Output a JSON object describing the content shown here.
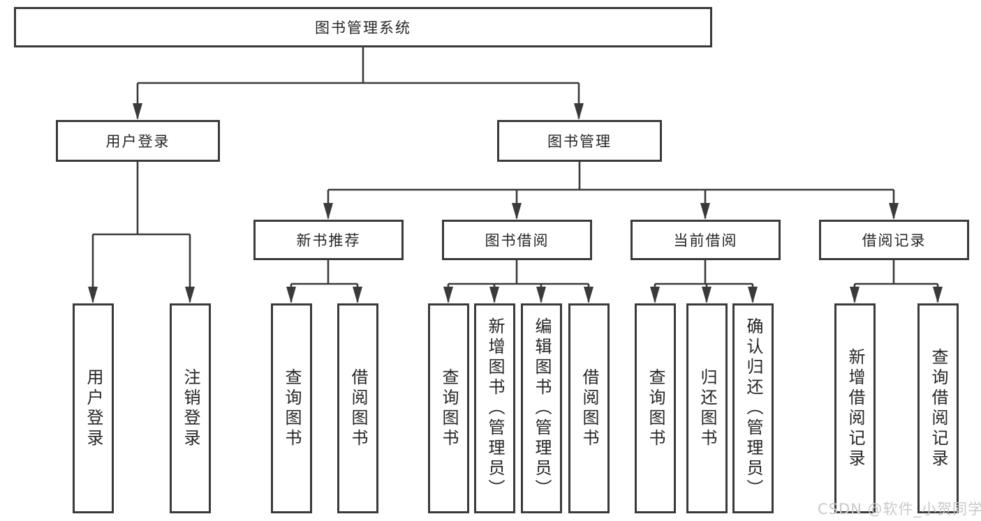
{
  "diagram": {
    "title_note": "functional structure diagram of a library management system",
    "root": {
      "label": "图书管理系统"
    },
    "branches": [
      {
        "label": "用户登录"
      },
      {
        "label": "图书管理"
      }
    ],
    "modules": [
      {
        "label": "新书推荐"
      },
      {
        "label": "图书借阅"
      },
      {
        "label": "当前借阅"
      },
      {
        "label": "借阅记录"
      }
    ],
    "leaves": {
      "user_login": [
        {
          "label": "用户登录"
        },
        {
          "label": "注销登录"
        }
      ],
      "new_book_recommend": [
        {
          "label": "查询图书"
        },
        {
          "label": "借阅图书"
        }
      ],
      "book_borrow": [
        {
          "label": "查询图书"
        },
        {
          "label": "新增图书（管理员）"
        },
        {
          "label": "编辑图书（管理员）"
        },
        {
          "label": "借阅图书"
        }
      ],
      "current_borrow": [
        {
          "label": "查询图书"
        },
        {
          "label": "归还图书"
        },
        {
          "label": "确认归还（管理员）"
        }
      ],
      "borrow_records": [
        {
          "label": "新增借阅记录"
        },
        {
          "label": "查询借阅记录"
        }
      ]
    }
  },
  "watermark": {
    "text": "CSDN @软件_小贺同学"
  },
  "colors": {
    "line": "#3a3a3a",
    "text": "#262626",
    "watermark": "#c9c9c9",
    "background": "#ffffff"
  }
}
